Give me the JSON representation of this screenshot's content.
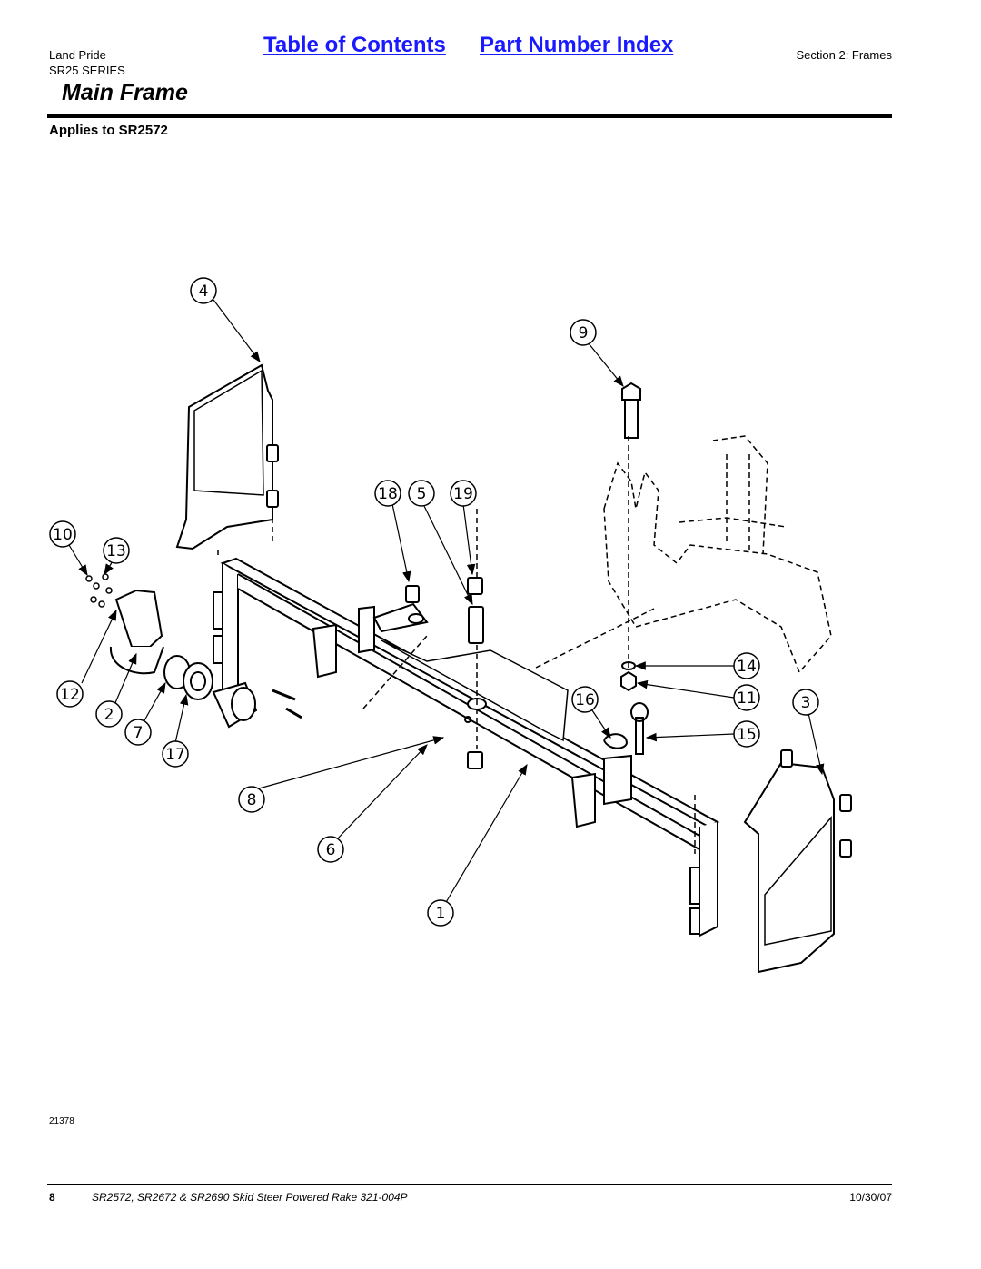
{
  "header": {
    "brand": "Land Pride",
    "series": "SR25 SERIES",
    "toc_link": "Table of Contents",
    "index_link": "Part Number Index",
    "section": "Section 2: Frames"
  },
  "page_title": "Main Frame",
  "applies_to": "Applies to SR2572",
  "figure": {
    "id": "21378",
    "callouts": [
      "4",
      "9",
      "18",
      "5",
      "19",
      "10",
      "13",
      "12",
      "2",
      "7",
      "17",
      "8",
      "6",
      "1",
      "14",
      "16",
      "11",
      "3",
      "15"
    ]
  },
  "footer": {
    "page_number": "8",
    "title": "SR2572, SR2672 & SR2690 Skid Steer Powered Rake 321-004P",
    "date": "10/30/07"
  }
}
